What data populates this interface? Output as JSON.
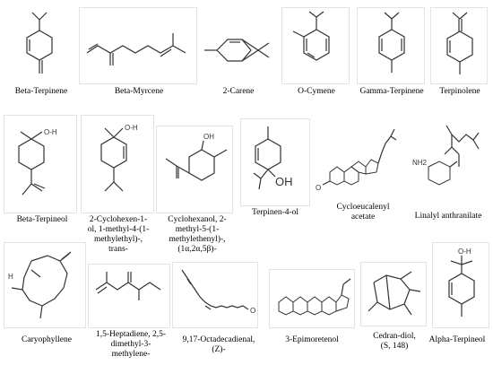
{
  "compounds": [
    {
      "name": "Beta-Terpinene"
    },
    {
      "name": "Beta-Myrcene"
    },
    {
      "name": "2-Carene"
    },
    {
      "name": "O-Cymene"
    },
    {
      "name": "Gamma-Terpinene"
    },
    {
      "name": "Terpinolene"
    },
    {
      "name": "Beta-Terpineol"
    },
    {
      "name": "2-Cyclohexen-1-\nol, 1-methyl-4-(1-\nmethylethyl)-,\ntrans-"
    },
    {
      "name": "Cyclohexanol, 2-\nmethyl-5-(1-\nmethylethenyl)-,\n(1α,2α,5β)-"
    },
    {
      "name": "Terpinen-4-ol"
    },
    {
      "name": "Cycloeucalenyl\nacetate"
    },
    {
      "name": "Linalyl anthranilate"
    },
    {
      "name": "Caryophyllene"
    },
    {
      "name": "1,5-Heptadiene, 2,5-\ndimethyl-3-\nmethylene-"
    },
    {
      "name": "9,17-Octadecadienal,\n(Z)-"
    },
    {
      "name": "3-Epimoretenol"
    },
    {
      "name": "Cedran-diol,\n(S, 148)"
    },
    {
      "name": "Alpha-Terpineol"
    }
  ],
  "atom_labels": {
    "oh": "O-H",
    "oh2": "O-H",
    "oh3": "OH",
    "oh4": "OH",
    "nh2": "NH2",
    "h": "H",
    "o": "O"
  }
}
